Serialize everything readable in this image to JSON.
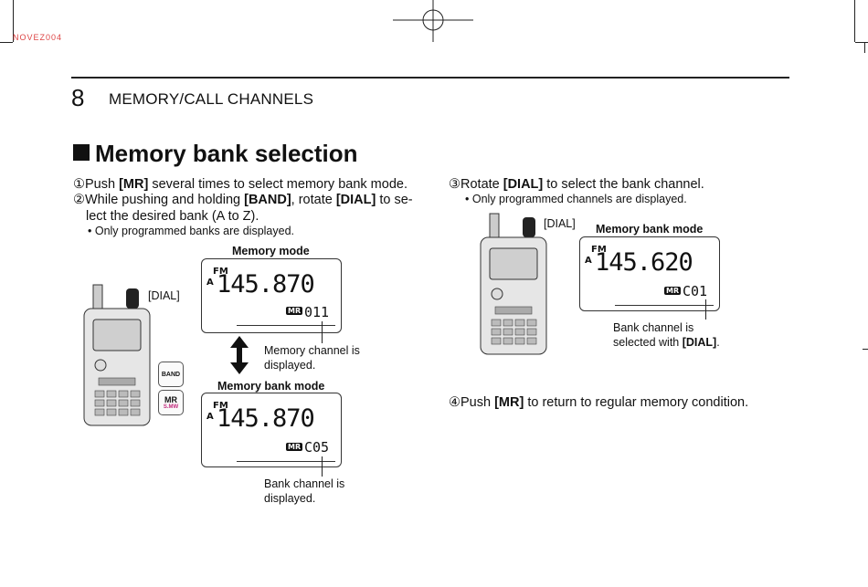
{
  "header": {
    "corner_code": "NOVEZ004",
    "page_number": "8",
    "section_title": "MEMORY/CALL CHANNELS"
  },
  "heading": {
    "title": "Memory bank selection"
  },
  "left": {
    "step1_marker": "①",
    "step1_pre": "Push ",
    "step1_key": "[MR]",
    "step1_post": " several times to select memory bank mode.",
    "step2_marker": "②",
    "step2_pre": "While pushing and holding ",
    "step2_key1": "[BAND]",
    "step2_mid": ", rotate ",
    "step2_key2": "[DIAL]",
    "step2_post": " to se-",
    "step2_line2": "lect the desired bank (A to Z).",
    "note": "• Only programmed banks are displayed.",
    "dial_label": "[DIAL]",
    "memory_mode_title": "Memory mode",
    "memory_bank_mode_title": "Memory bank mode",
    "lcd1": {
      "freq": "145.870",
      "mode": "FM",
      "vfo": "A",
      "badge": "MR",
      "channel": "011"
    },
    "lcd2": {
      "freq": "145.870",
      "mode": "FM",
      "vfo": "A",
      "badge": "MR",
      "channel": "C05"
    },
    "callout1_line1": "Memory channel is",
    "callout1_line2": "displayed.",
    "callout2_line1": "Bank channel is",
    "callout2_line2": "displayed.",
    "band_key": "BAND",
    "mr_key": "MR",
    "mr_sub": "S.MW"
  },
  "right": {
    "step3_marker": "③",
    "step3_pre": "Rotate ",
    "step3_key": "[DIAL]",
    "step3_post": " to select the bank channel.",
    "step3_note": "• Only programmed channels are displayed.",
    "dial_label": "[DIAL]",
    "memory_bank_mode_title": "Memory bank mode",
    "lcd3": {
      "freq": "145.620",
      "mode": "FM",
      "vfo": "A",
      "badge": "MR",
      "channel": "C01"
    },
    "callout3_line1": "Bank channel is",
    "callout3_pre": "selected with ",
    "callout3_key": "[DIAL]",
    "callout3_post": ".",
    "step4_marker": "④",
    "step4_pre": "Push ",
    "step4_key": "[MR]",
    "step4_post": " to return to regular memory condition."
  }
}
